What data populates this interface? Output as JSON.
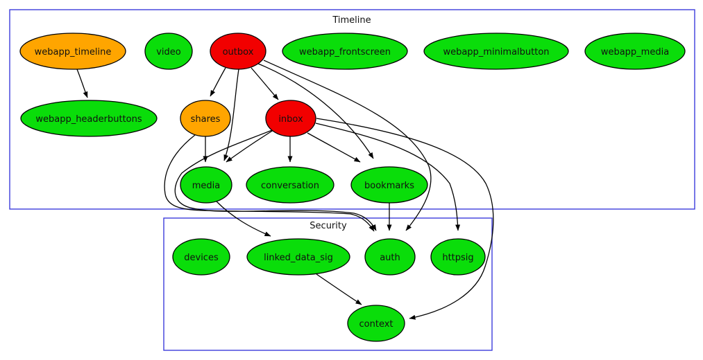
{
  "diagram": {
    "type": "dependency-graph",
    "clusters": {
      "timeline": {
        "label": "Timeline"
      },
      "security": {
        "label": "Security"
      }
    },
    "colors": {
      "green": "#0ADD0A",
      "orange": "#FFA500",
      "red": "#F20000",
      "cluster_border": "#3C3CDC",
      "edge": "#000000",
      "background": "#FFFFFF"
    },
    "nodes": {
      "webapp_timeline": {
        "label": "webapp_timeline",
        "color": "orange",
        "cluster": "Timeline"
      },
      "video": {
        "label": "video",
        "color": "green",
        "cluster": "Timeline"
      },
      "outbox": {
        "label": "outbox",
        "color": "red",
        "cluster": "Timeline"
      },
      "webapp_frontscreen": {
        "label": "webapp_frontscreen",
        "color": "green",
        "cluster": "Timeline"
      },
      "webapp_minimalbutton": {
        "label": "webapp_minimalbutton",
        "color": "green",
        "cluster": "Timeline"
      },
      "webapp_media": {
        "label": "webapp_media",
        "color": "green",
        "cluster": "Timeline"
      },
      "webapp_headerbuttons": {
        "label": "webapp_headerbuttons",
        "color": "green",
        "cluster": "Timeline"
      },
      "shares": {
        "label": "shares",
        "color": "orange",
        "cluster": "Timeline"
      },
      "inbox": {
        "label": "inbox",
        "color": "red",
        "cluster": "Timeline"
      },
      "media": {
        "label": "media",
        "color": "green",
        "cluster": "Timeline"
      },
      "conversation": {
        "label": "conversation",
        "color": "green",
        "cluster": "Timeline"
      },
      "bookmarks": {
        "label": "bookmarks",
        "color": "green",
        "cluster": "Timeline"
      },
      "devices": {
        "label": "devices",
        "color": "green",
        "cluster": "Security"
      },
      "linked_data_sig": {
        "label": "linked_data_sig",
        "color": "green",
        "cluster": "Security"
      },
      "auth": {
        "label": "auth",
        "color": "green",
        "cluster": "Security"
      },
      "httpsig": {
        "label": "httpsig",
        "color": "green",
        "cluster": "Security"
      },
      "context": {
        "label": "context",
        "color": "green",
        "cluster": "Security"
      }
    },
    "edges": [
      {
        "from": "webapp_timeline",
        "to": "webapp_headerbuttons"
      },
      {
        "from": "outbox",
        "to": "shares"
      },
      {
        "from": "outbox",
        "to": "inbox"
      },
      {
        "from": "outbox",
        "to": "media"
      },
      {
        "from": "outbox",
        "to": "bookmarks"
      },
      {
        "from": "outbox",
        "to": "auth"
      },
      {
        "from": "shares",
        "to": "media"
      },
      {
        "from": "shares",
        "to": "auth"
      },
      {
        "from": "inbox",
        "to": "media"
      },
      {
        "from": "inbox",
        "to": "conversation"
      },
      {
        "from": "inbox",
        "to": "bookmarks"
      },
      {
        "from": "inbox",
        "to": "auth"
      },
      {
        "from": "inbox",
        "to": "httpsig"
      },
      {
        "from": "inbox",
        "to": "context"
      },
      {
        "from": "bookmarks",
        "to": "auth"
      },
      {
        "from": "media",
        "to": "linked_data_sig"
      },
      {
        "from": "linked_data_sig",
        "to": "context"
      }
    ]
  }
}
